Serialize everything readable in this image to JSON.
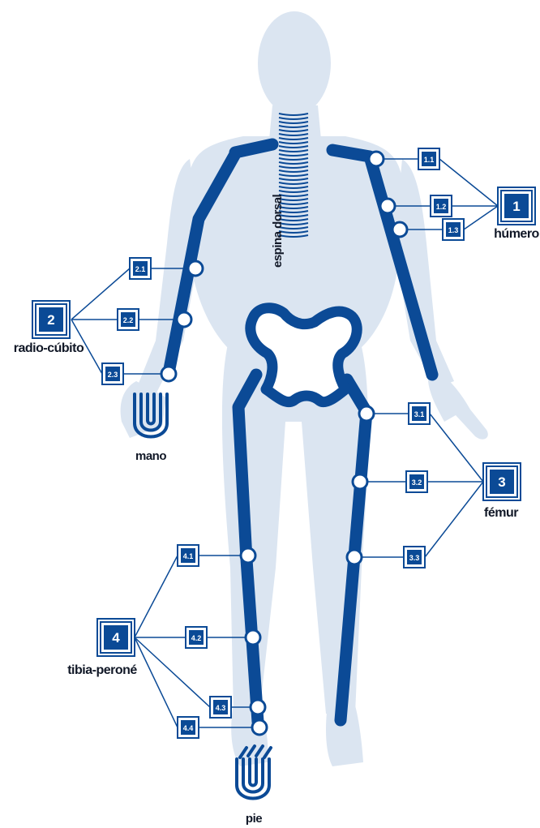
{
  "colors": {
    "bone": "#0b4a96",
    "silhouette": "#dbe5f1",
    "ink": "#111827",
    "white": "#ffffff"
  },
  "regions": {
    "spine": "espina dorsal",
    "humerus": {
      "code": "1",
      "label": "húmero",
      "points": [
        "1.1",
        "1.2",
        "1.3"
      ]
    },
    "radius": {
      "code": "2",
      "label": "radio-cúbito",
      "points": [
        "2.1",
        "2.2",
        "2.3"
      ]
    },
    "hand": {
      "label": "mano",
      "icon": "hand-icon"
    },
    "femur": {
      "code": "3",
      "label": "fémur",
      "points": [
        "3.1",
        "3.2",
        "3.3"
      ]
    },
    "tibia": {
      "code": "4",
      "label": "tibia-peroné",
      "points": [
        "4.1",
        "4.2",
        "4.3",
        "4.4"
      ]
    },
    "foot": {
      "label": "pie",
      "icon": "foot-icon"
    }
  }
}
